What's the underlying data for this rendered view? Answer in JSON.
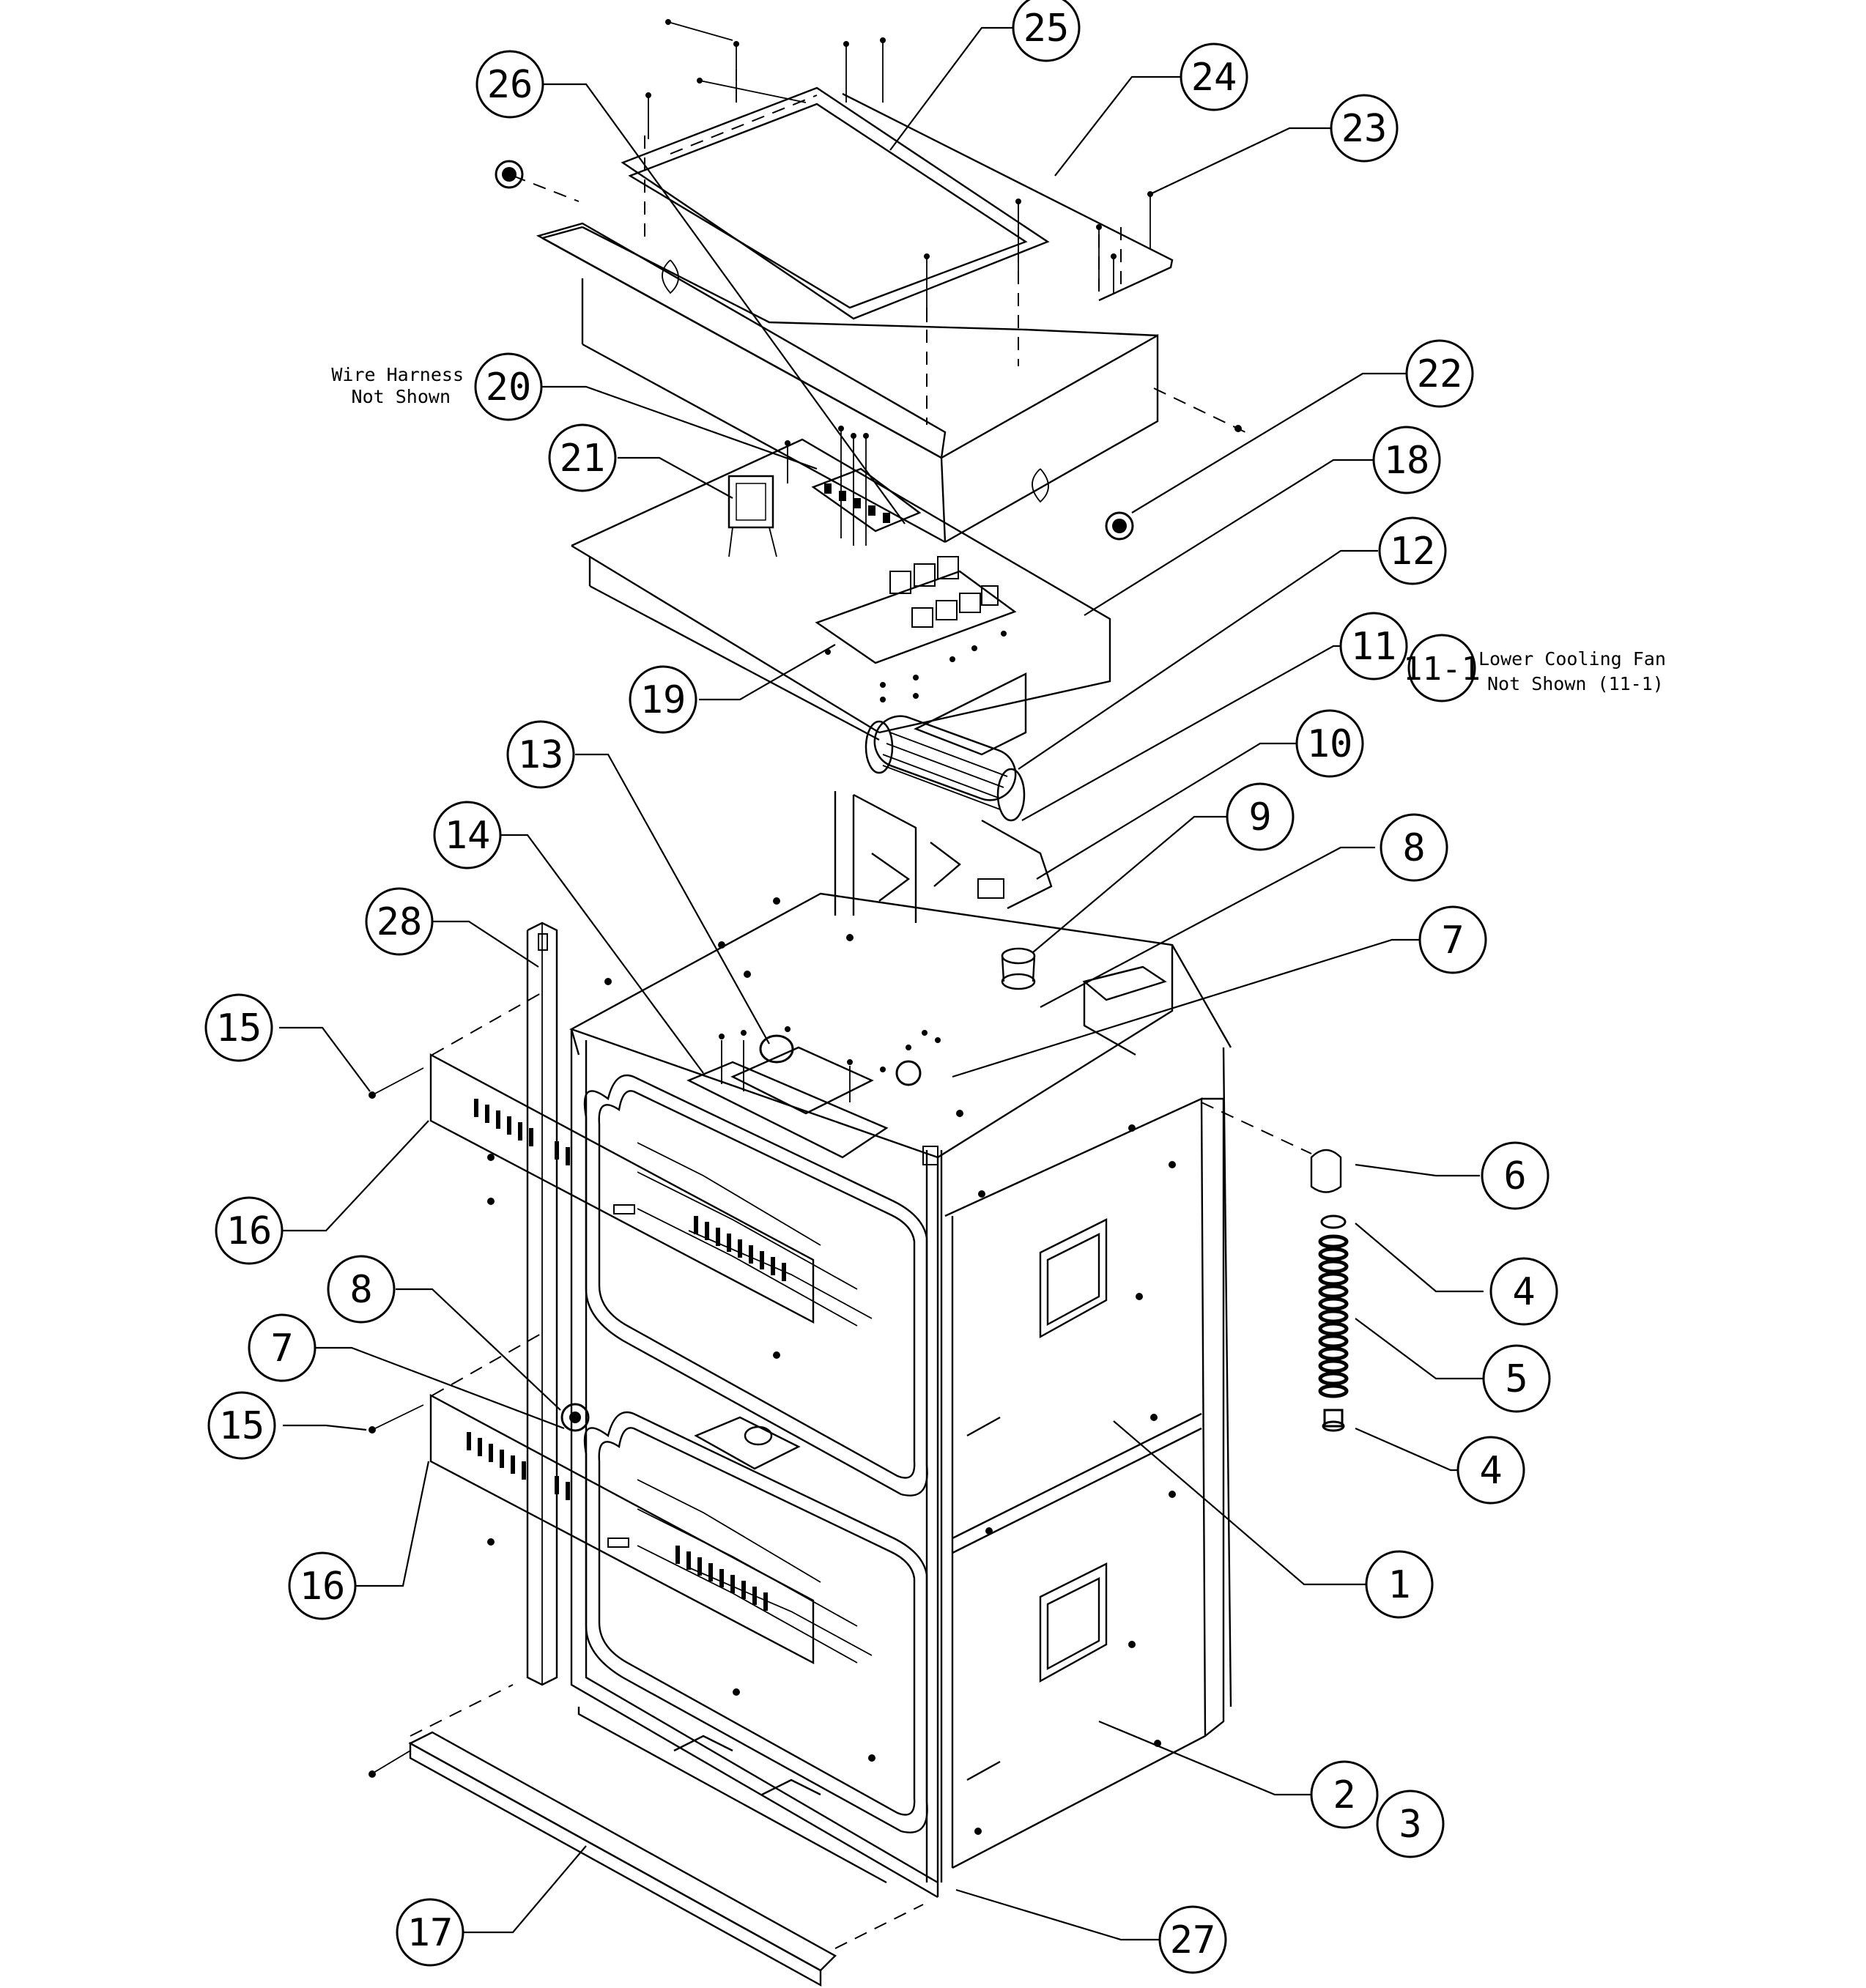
{
  "diagram": {
    "callouts": [
      {
        "id": "c25",
        "label": "25"
      },
      {
        "id": "c24",
        "label": "24"
      },
      {
        "id": "c23",
        "label": "23"
      },
      {
        "id": "c26",
        "label": "26"
      },
      {
        "id": "c20",
        "label": "20"
      },
      {
        "id": "c22",
        "label": "22"
      },
      {
        "id": "c21",
        "label": "21"
      },
      {
        "id": "c18",
        "label": "18"
      },
      {
        "id": "c12",
        "label": "12"
      },
      {
        "id": "c11",
        "label": "11"
      },
      {
        "id": "c11-1",
        "label": "11-1"
      },
      {
        "id": "c19",
        "label": "19"
      },
      {
        "id": "c13",
        "label": "13"
      },
      {
        "id": "c10",
        "label": "10"
      },
      {
        "id": "c14",
        "label": "14"
      },
      {
        "id": "c9",
        "label": "9"
      },
      {
        "id": "c8a",
        "label": "8"
      },
      {
        "id": "c28",
        "label": "28"
      },
      {
        "id": "c7a",
        "label": "7"
      },
      {
        "id": "c15a",
        "label": "15"
      },
      {
        "id": "c6",
        "label": "6"
      },
      {
        "id": "c16a",
        "label": "16"
      },
      {
        "id": "c4a",
        "label": "4"
      },
      {
        "id": "c8b",
        "label": "8"
      },
      {
        "id": "c5",
        "label": "5"
      },
      {
        "id": "c7b",
        "label": "7"
      },
      {
        "id": "c15b",
        "label": "15"
      },
      {
        "id": "c4b",
        "label": "4"
      },
      {
        "id": "c1",
        "label": "1"
      },
      {
        "id": "c16b",
        "label": "16"
      },
      {
        "id": "c2",
        "label": "2"
      },
      {
        "id": "c3",
        "label": "3"
      },
      {
        "id": "c17",
        "label": "17"
      },
      {
        "id": "c27",
        "label": "27"
      }
    ],
    "notes": {
      "wire_harness_line1": "Wire Harness",
      "wire_harness_line2": "Not Shown",
      "cooling_fan_line1": "Lower Cooling Fan",
      "cooling_fan_line2": "Not Shown (11-1)"
    }
  }
}
